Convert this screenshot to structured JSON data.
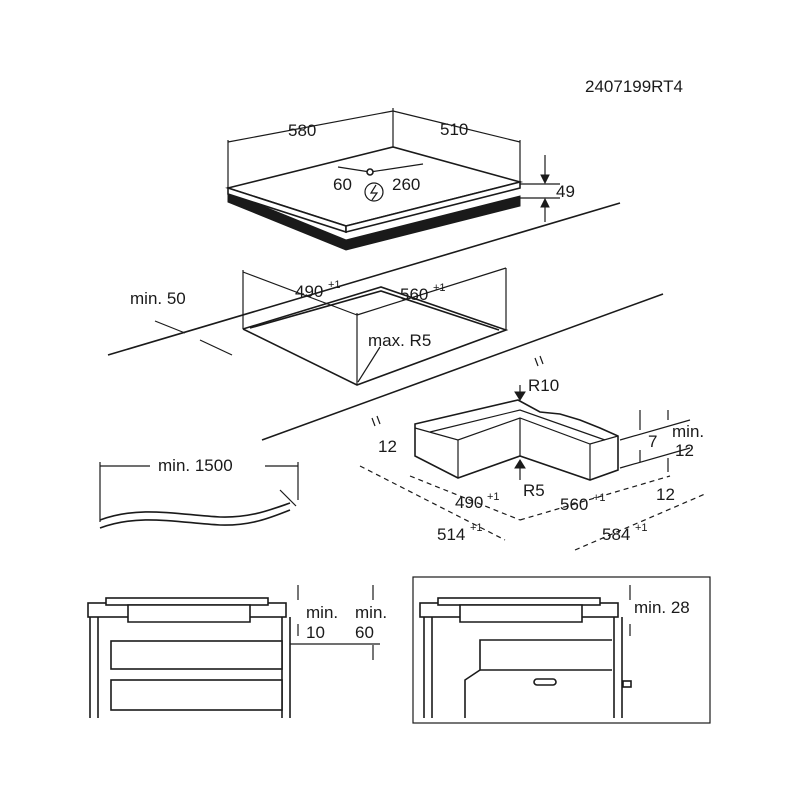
{
  "code": "2407199RT4",
  "hob": {
    "width": "580",
    "depth": "510",
    "height": "49",
    "conn_left": "60",
    "conn_right": "260",
    "power_icon": "lightning-bolt-icon"
  },
  "cutout": {
    "min_front": "min. 50",
    "width": "490",
    "width_tol": "+1",
    "depth": "560",
    "depth_tol": "+1",
    "radius": "max. R5"
  },
  "cable": {
    "min_length": "min. 1500"
  },
  "frame": {
    "r10": "R10",
    "r5": "R5",
    "left_12": "12",
    "w490": "490",
    "w490_tol": "+1",
    "d560": "560",
    "d560_tol": "+1",
    "w514": "514",
    "w514_tol": "+1",
    "d584": "584",
    "d584_tol": "+1",
    "min_top": "min.",
    "min_12": "12",
    "seven": "7",
    "right_12": "12"
  },
  "install_left": {
    "min_a": "min.",
    "val_a": "10",
    "min_b": "min.",
    "val_b": "60"
  },
  "install_right": {
    "min28": "min. 28"
  }
}
